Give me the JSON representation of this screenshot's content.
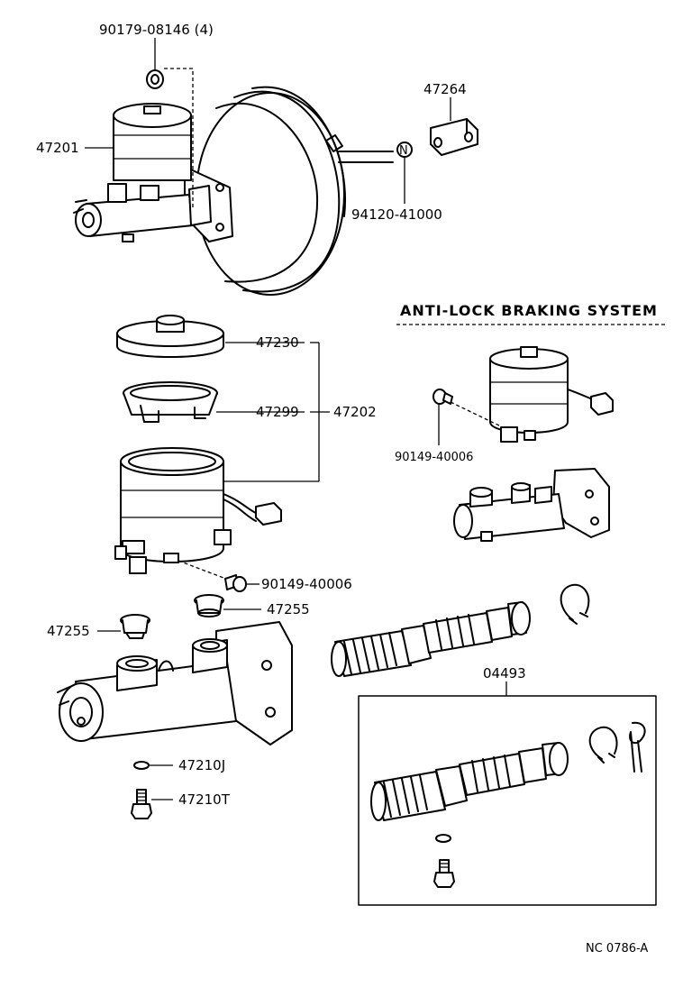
{
  "labels": {
    "bolt_top": "90179-08146 (4)",
    "master_cyl_assy": "47201",
    "clevis": "47264",
    "nut_pushrod": "94120-41000",
    "abs_title": "ANTI-LOCK BRAKING SYSTEM",
    "reservoir_cap": "47230",
    "strainer": "47299",
    "reservoir_assy": "47202",
    "abs_screw": "90149-40006",
    "res_screw": "90149-40006",
    "grommet_right": "47255",
    "grommet_left": "47255",
    "kit": "04493",
    "gasket": "47210J",
    "stop_bolt": "47210T",
    "figure_code": "NC 0786-A"
  }
}
